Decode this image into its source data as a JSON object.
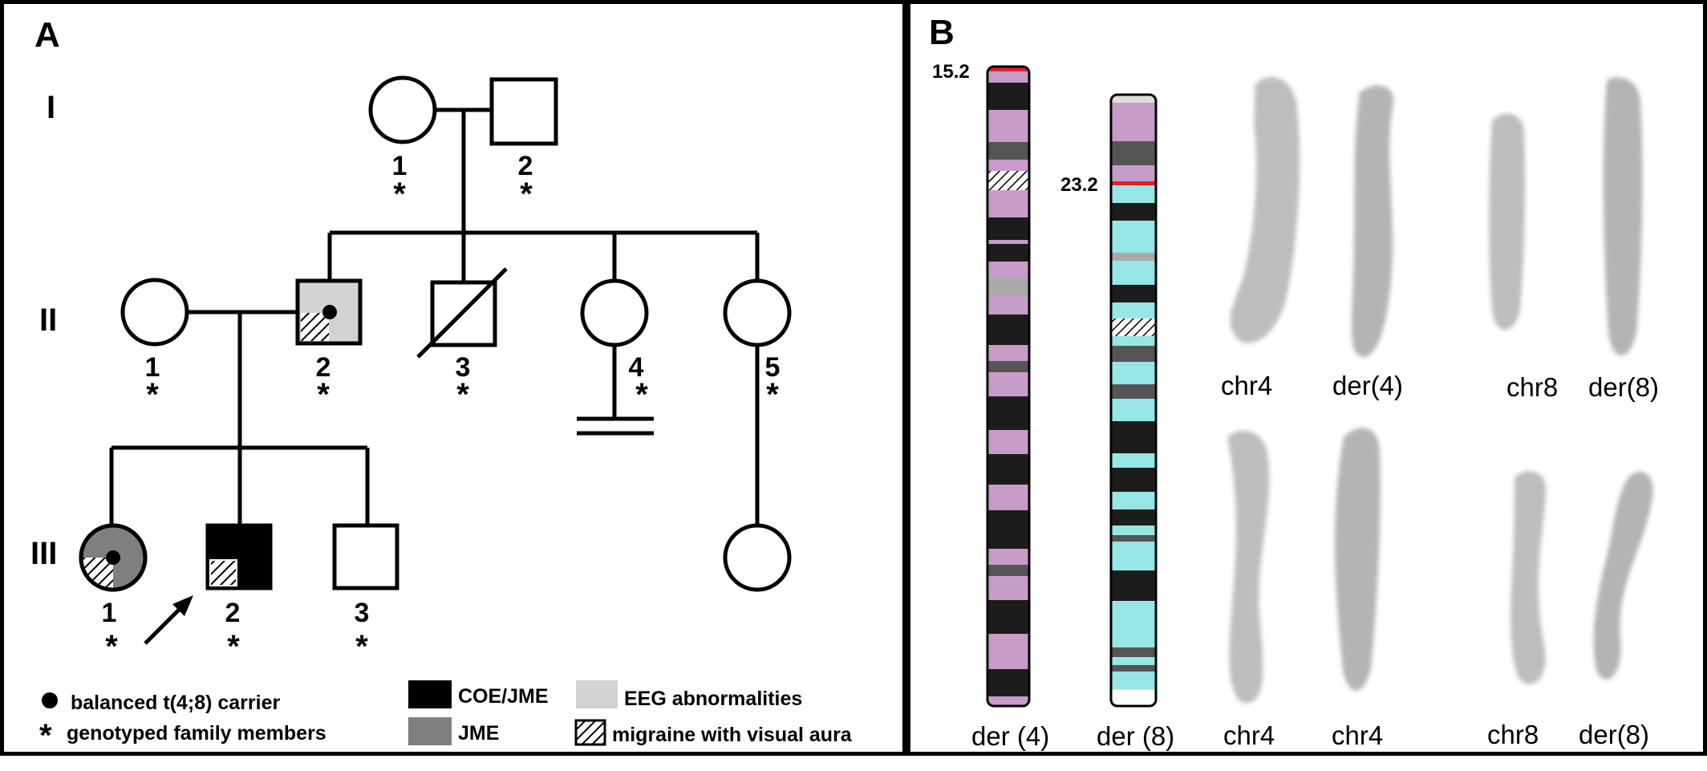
{
  "panel_a": {
    "label": "A",
    "generations": [
      "I",
      "II",
      "III"
    ],
    "individuals": {
      "gen1": [
        {
          "num": "1",
          "mark": "*"
        },
        {
          "num": "2",
          "mark": "*"
        }
      ],
      "gen2": [
        {
          "num": "1",
          "mark": "*"
        },
        {
          "num": "2",
          "mark": "*"
        },
        {
          "num": "3",
          "mark": "*"
        },
        {
          "num": "4",
          "mark": "*"
        },
        {
          "num": "5",
          "mark": "*"
        }
      ],
      "gen3": [
        {
          "num": "1",
          "mark": "*"
        },
        {
          "num": "2",
          "mark": "*"
        },
        {
          "num": "3",
          "mark": "*"
        }
      ]
    },
    "legend": {
      "carrier": "balanced t(4;8) carrier",
      "genotyped_symbol": "*",
      "genotyped": "genotyped family members",
      "coe_jme": "COE/JME",
      "jme": "JME",
      "eeg": "EEG abnormalities",
      "migraine": "migraine with visual aura"
    },
    "colors": {
      "coe_jme": "#000000",
      "jme": "#7f7f7f",
      "eeg": "#d3d3d3"
    }
  },
  "panel_b": {
    "label": "B",
    "ideogram_labels": [
      "der (4)",
      "der (8)"
    ],
    "breakpoints": [
      "15.2",
      "23.2"
    ],
    "karyotype_top": [
      "chr4",
      "der(4)",
      "chr8",
      "der(8)"
    ],
    "karyotype_bottom": [
      "chr4",
      "chr4",
      "chr8",
      "der(8)"
    ],
    "colors": {
      "chr4_pink": "#c89cc8",
      "chr8_cyan": "#96e6e6",
      "breakpoint_red": "#e0202a"
    }
  }
}
